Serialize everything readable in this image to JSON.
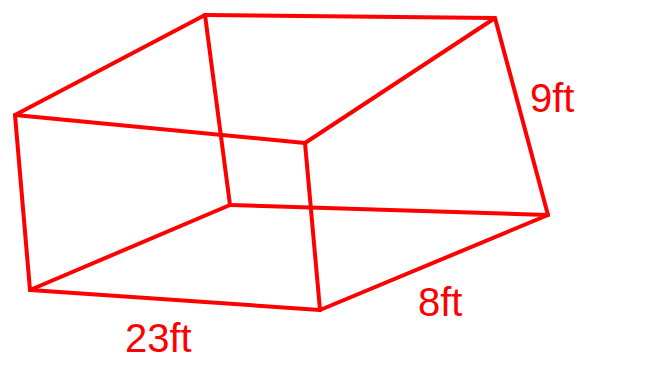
{
  "diagram": {
    "labels": [
      "9ft",
      "23ft",
      "8ft"
    ]
  }
}
